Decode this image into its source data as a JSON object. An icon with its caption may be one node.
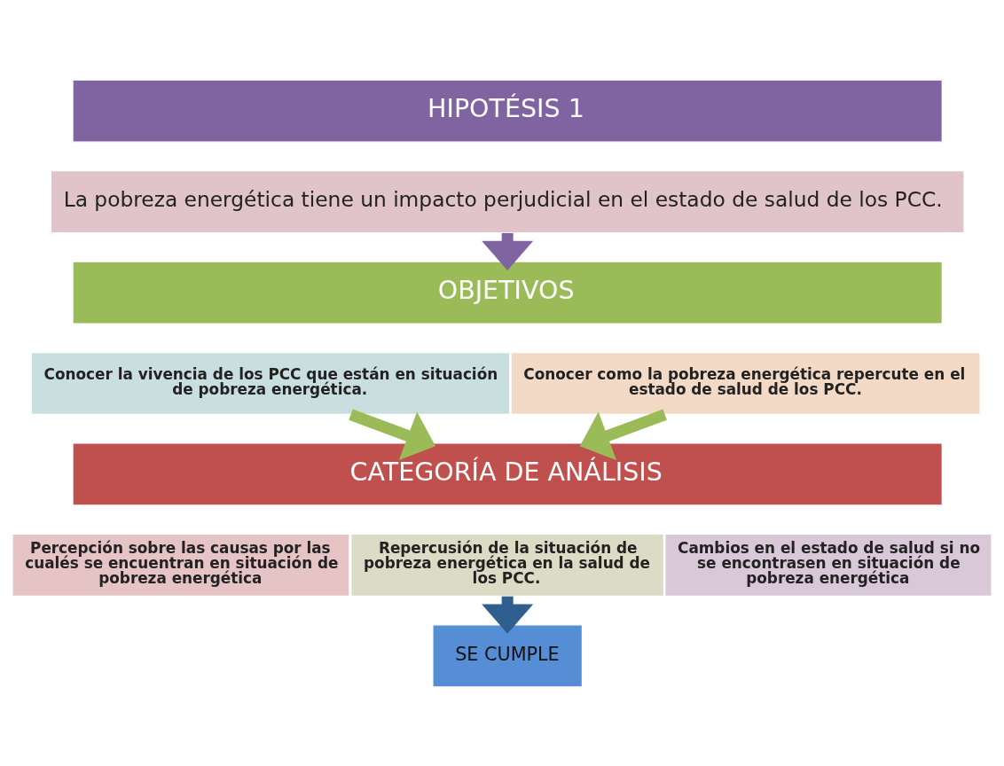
{
  "diagram": {
    "nodes": [
      {
        "text": [
          "HIPOTÉSIS 1"
        ]
      },
      {
        "text": [
          "La pobreza energética tiene un impacto perjudicial en el estado de salud de los PCC."
        ]
      },
      {
        "text": [
          "OBJETIVOS"
        ]
      },
      {
        "text": [
          "Conocer la vivencia de los PCC que están en situación de pobreza energética."
        ]
      },
      {
        "text": [
          "Conocer como la pobreza energética repercute en el estado de salud de los PCC."
        ]
      },
      {
        "text": [
          "CATEGORÍA DE ANÁLISIS"
        ]
      },
      {
        "text": [
          "Percepción sobre las causas por las cualés se encuentran en situación de pobreza energética"
        ]
      },
      {
        "text": [
          "Repercusión de la situación de pobreza energética en la salud de los PCC."
        ]
      },
      {
        "text": [
          "Cambios en el estado de salud si no se encontrasen en situación de pobreza energética"
        ]
      },
      {
        "text": [
          "SE CUMPLE"
        ]
      }
    ],
    "edges": [
      {
        "from": 1,
        "to": 2,
        "arrow": "to",
        "color": "#8064a2"
      },
      {
        "from": 3,
        "to": 5,
        "arrow": "to",
        "color": "#9bbb59"
      },
      {
        "from": 4,
        "to": 5,
        "arrow": "to",
        "color": "#9bbb59"
      },
      {
        "from": 7,
        "to": 9,
        "arrow": "to",
        "color": "#2f5f8f"
      }
    ]
  }
}
